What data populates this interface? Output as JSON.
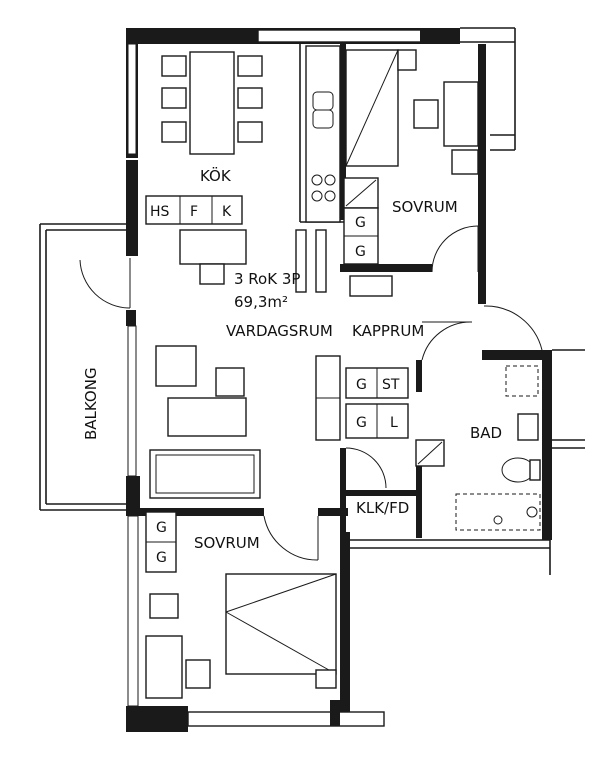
{
  "rooms": {
    "kitchen": "KÖK",
    "bedroom_top": "SOVRUM",
    "living": "VARDAGSRUM",
    "hall": "KAPPRUM",
    "bath": "BAD",
    "bedroom_bottom": "SOVRUM",
    "closet": "KLK/FD",
    "balcony": "BALKONG"
  },
  "summary": {
    "type": "3 RoK 3P",
    "area": "69,3m²"
  },
  "cabinets": {
    "hs": "HS",
    "f": "F",
    "k": "K",
    "g": "G",
    "st": "ST",
    "l": "L"
  }
}
